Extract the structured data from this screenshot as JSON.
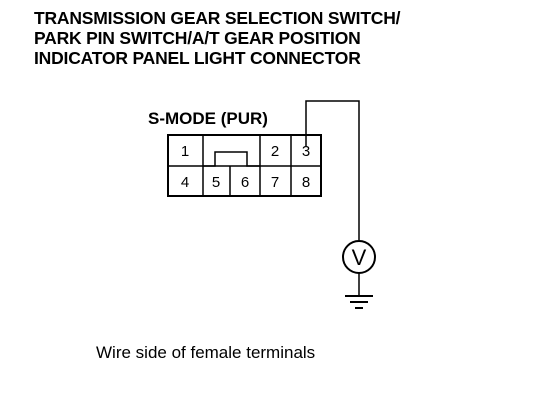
{
  "title_lines": [
    "TRANSMISSION GEAR SELECTION SWITCH/",
    "PARK PIN SWITCH/A/T GEAR POSITION",
    "INDICATOR PANEL LIGHT CONNECTOR"
  ],
  "connector": {
    "wire_label": "S-MODE (PUR)",
    "terminals_top": [
      "1",
      "2",
      "3"
    ],
    "terminals_bottom": [
      "4",
      "5",
      "6",
      "7",
      "8"
    ]
  },
  "meter": {
    "symbol": "V",
    "icon": "voltmeter-icon"
  },
  "ground": {
    "icon": "ground-icon"
  },
  "caption": "Wire side of female terminals"
}
